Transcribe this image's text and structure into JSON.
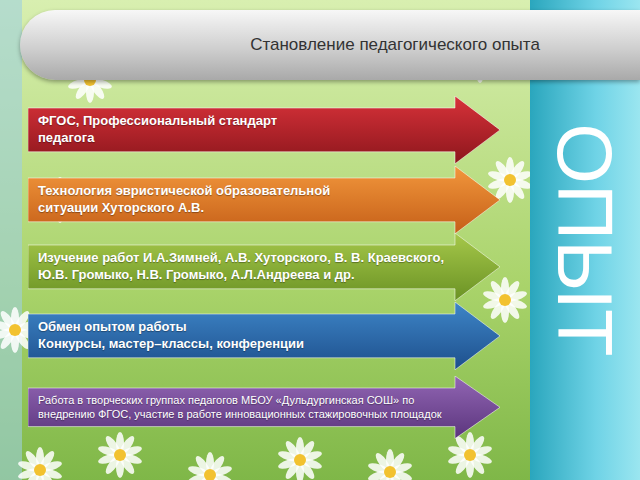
{
  "diagram": {
    "title": "Становление педагогического опыта",
    "nodes": [
      {
        "text": [
          "ФГОС, Профессиональный стандарт педагога"
        ]
      },
      {
        "text": [
          "Технология эвристической образовательной ситуации Хуторского А.В."
        ]
      },
      {
        "text": [
          "Изучение работ И.А.Зимней, А.В. Хуторского, В. В. Краевского, Ю.В. Громыко, Н.В. Громыко, А.Л.Андреева и др."
        ]
      },
      {
        "text": [
          "Обмен опытом работы",
          "Конкурсы, мастер–классы, конференции"
        ]
      },
      {
        "text": [
          "Работа в творческих группах педагогов МБОУ «Дульдургинская СОШ» по внедрению ФГОС, участие в работе инновационных стажировочных площадок"
        ]
      },
      {
        "text": [
          "ОПЫТ"
        ]
      }
    ]
  }
}
